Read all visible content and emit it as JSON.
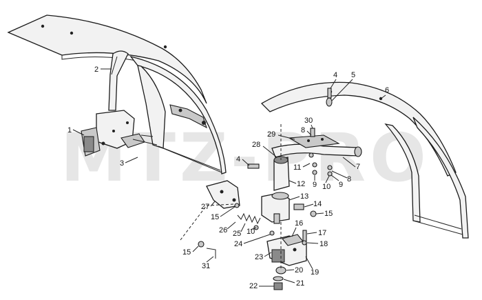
{
  "watermark": "MTZ-PRO",
  "callouts": [
    "1",
    "2",
    "3",
    "4",
    "5",
    "6",
    "7",
    "8",
    "8",
    "9",
    "9",
    "10",
    "10",
    "11",
    "12",
    "13",
    "14",
    "15",
    "15",
    "15",
    "16",
    "17",
    "18",
    "19",
    "20",
    "21",
    "22",
    "23",
    "24",
    "25",
    "26",
    "27",
    "28",
    "29",
    "30",
    "31"
  ]
}
